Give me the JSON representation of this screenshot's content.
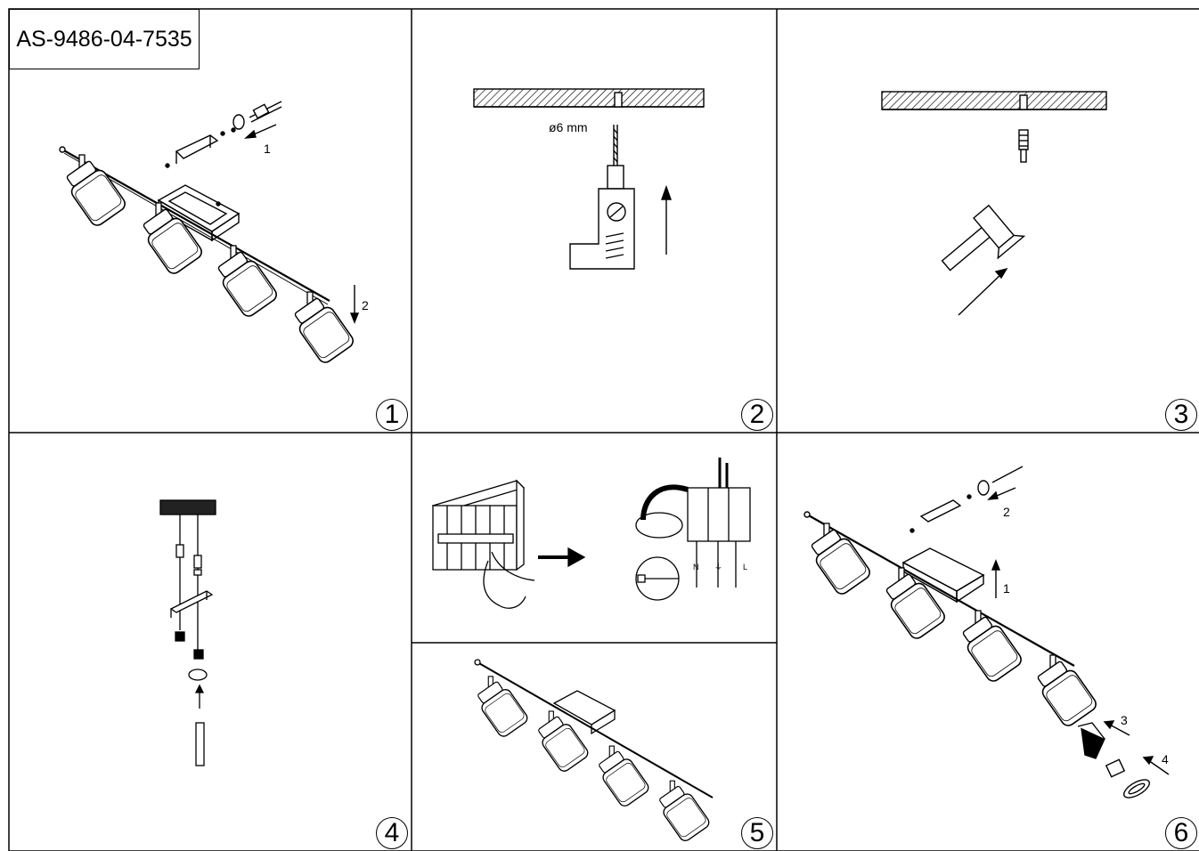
{
  "document": {
    "model_code": "AS-9486-04-7535",
    "steps": [
      {
        "number": "1",
        "arrows": [
          "1",
          "2"
        ]
      },
      {
        "number": "2",
        "drill_label": "ø6 mm"
      },
      {
        "number": "3"
      },
      {
        "number": "4"
      },
      {
        "number": "5",
        "wire_labels": [
          "N",
          "⏚",
          "L"
        ]
      },
      {
        "number": "6",
        "arrows": [
          "1",
          "2",
          "3",
          "4"
        ]
      }
    ]
  }
}
